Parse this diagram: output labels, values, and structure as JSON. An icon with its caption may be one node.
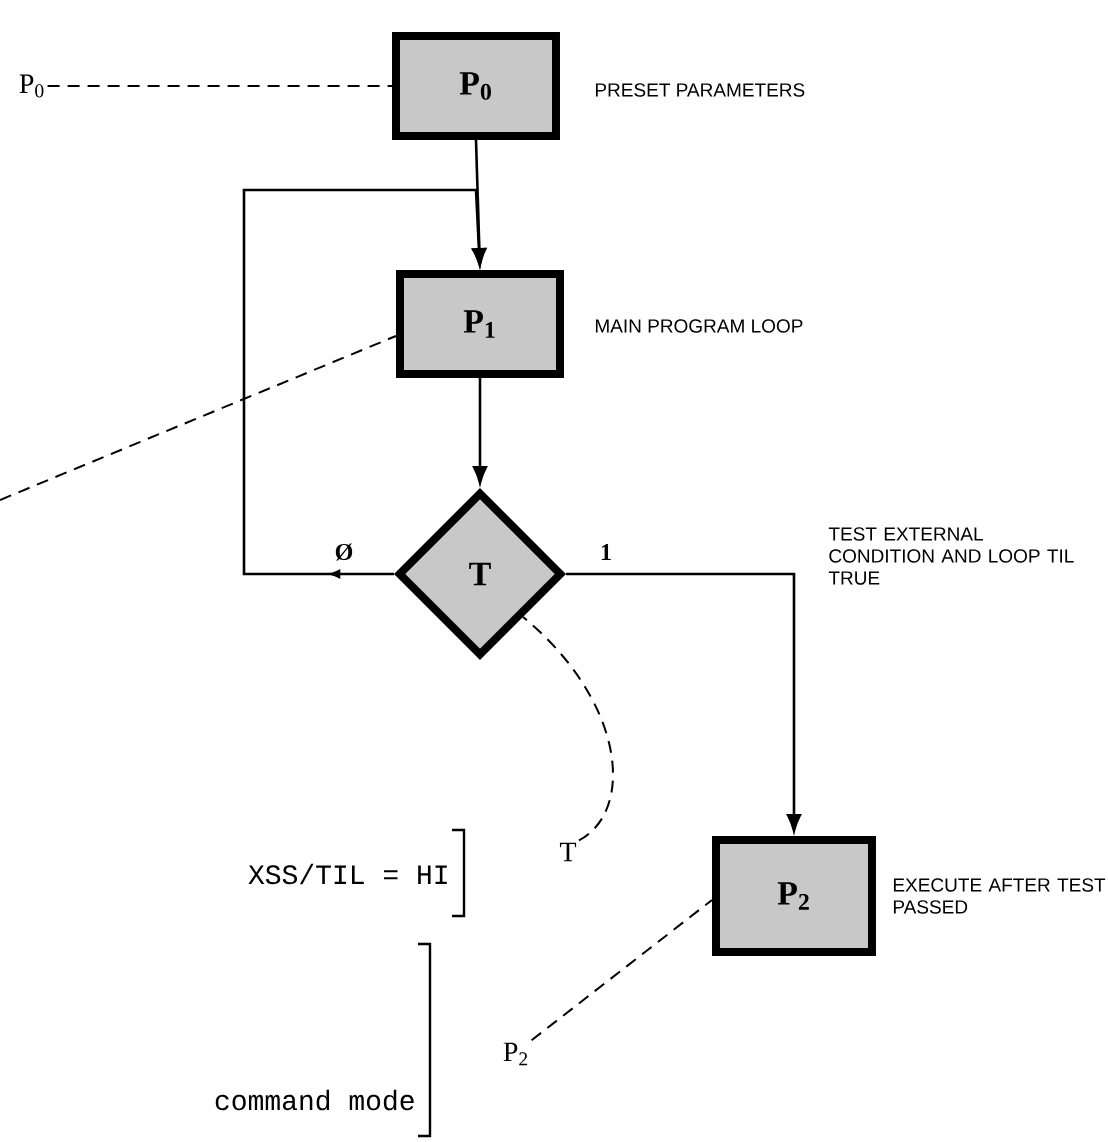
{
  "diagram": {
    "nodes": [
      {
        "text": [
          "P$_{0}$"
        ],
        "beside": [
          "PRESET PARAMETERS"
        ]
      },
      {
        "text": [
          "P$_{1}$"
        ],
        "beside": [
          "MAIN PROGRAM LOOP"
        ]
      },
      {
        "text": [
          "T"
        ]
      },
      {
        "text": [
          "P$_{2}$"
        ],
        "beside": [
          "EXECUTE AFTER TEST PASSED"
        ]
      },
      {
        "text": [
          "P$_{0}$"
        ]
      },
      {
        "text": [
          "T"
        ]
      },
      {
        "text": [
          "P$_{2}$"
        ]
      }
    ],
    "edges": [
      {
        "from": 0,
        "to": 1,
        "arrow": "to"
      },
      {
        "from": 1,
        "to": 2,
        "arrow": "to"
      },
      {
        "from": 2,
        "to": 1,
        "label": "Ø",
        "arrow": "to"
      },
      {
        "from": 2,
        "to": 3,
        "label": "1",
        "arrow": "to"
      },
      {
        "from": 4,
        "to": 0,
        "arrow": "none",
        "style": "dashed"
      },
      {
        "from": null,
        "to": 1,
        "arrow": "none",
        "style": "dashed"
      },
      {
        "from": 5,
        "to": 2,
        "arrow": "none",
        "style": "dashed"
      },
      {
        "from": 6,
        "to": 3,
        "arrow": "none",
        "style": "dashed"
      }
    ],
    "labels": [
      "TEST EXTERNAL CONDITION AND LOOP TIL TRUE",
      "XSS/TIL = HI",
      "command mode"
    ]
  }
}
